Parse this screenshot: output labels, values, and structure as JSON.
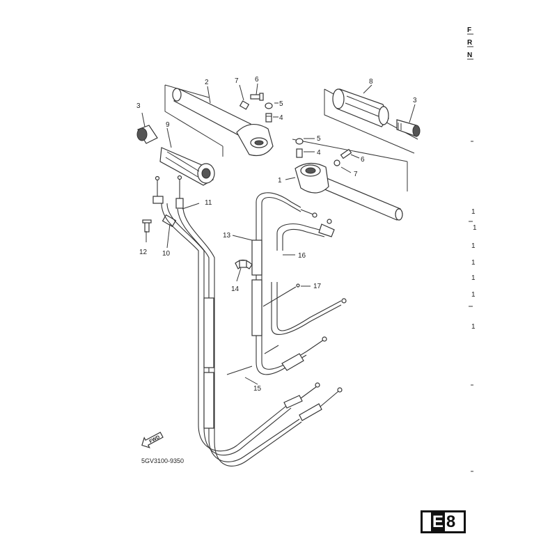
{
  "header_letters": [
    "F",
    "R",
    "N"
  ],
  "diagram_code": "5GV3100-9350",
  "fwd_label": "FWD",
  "page_badge": {
    "letter": "E",
    "number": "8"
  },
  "margin_numbers": [
    "1",
    "1",
    "1",
    "1",
    "1",
    "1",
    "1"
  ],
  "callouts": [
    "1",
    "2",
    "3",
    "3",
    "4",
    "4",
    "5",
    "5",
    "6",
    "6",
    "7",
    "7",
    "8",
    "9",
    "10",
    "11",
    "12",
    "13",
    "14",
    "15",
    "16",
    "17"
  ]
}
